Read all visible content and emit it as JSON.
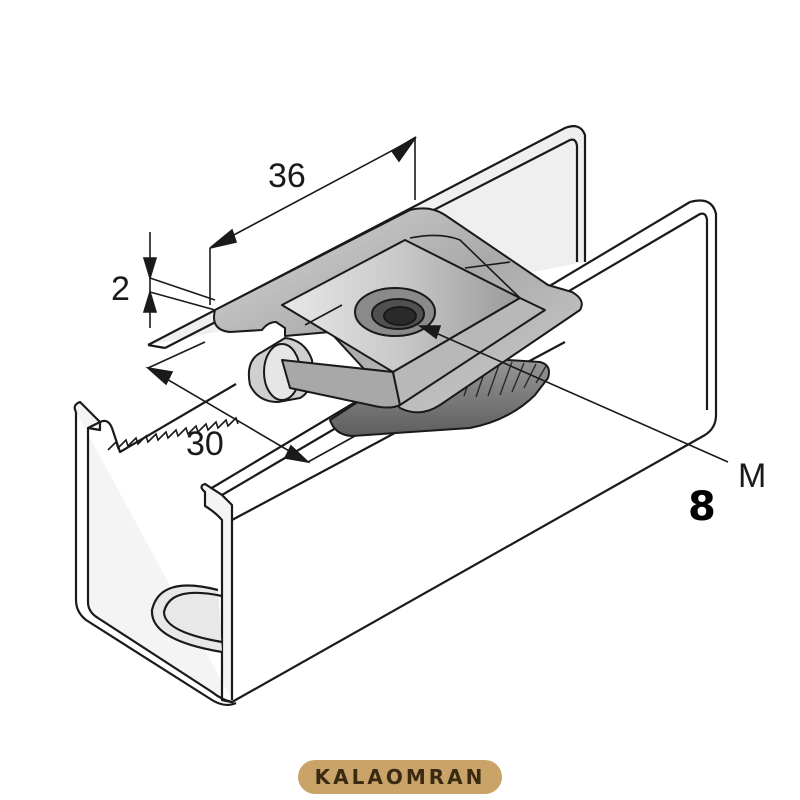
{
  "dimensions": {
    "width_label": "36",
    "thickness_label": "2",
    "slot_label": "30",
    "thread_prefix": "M",
    "thread_size": "8"
  },
  "brand": {
    "logo_text": "KALAOMRAN",
    "logo_bg_color": "#c9a368",
    "logo_text_color": "#3a2a12"
  },
  "colors": {
    "steel_light": "#e4e4e4",
    "steel_mid": "#b8b8b8",
    "steel_dark": "#7a7a7a",
    "outline": "#1a1a1a"
  }
}
